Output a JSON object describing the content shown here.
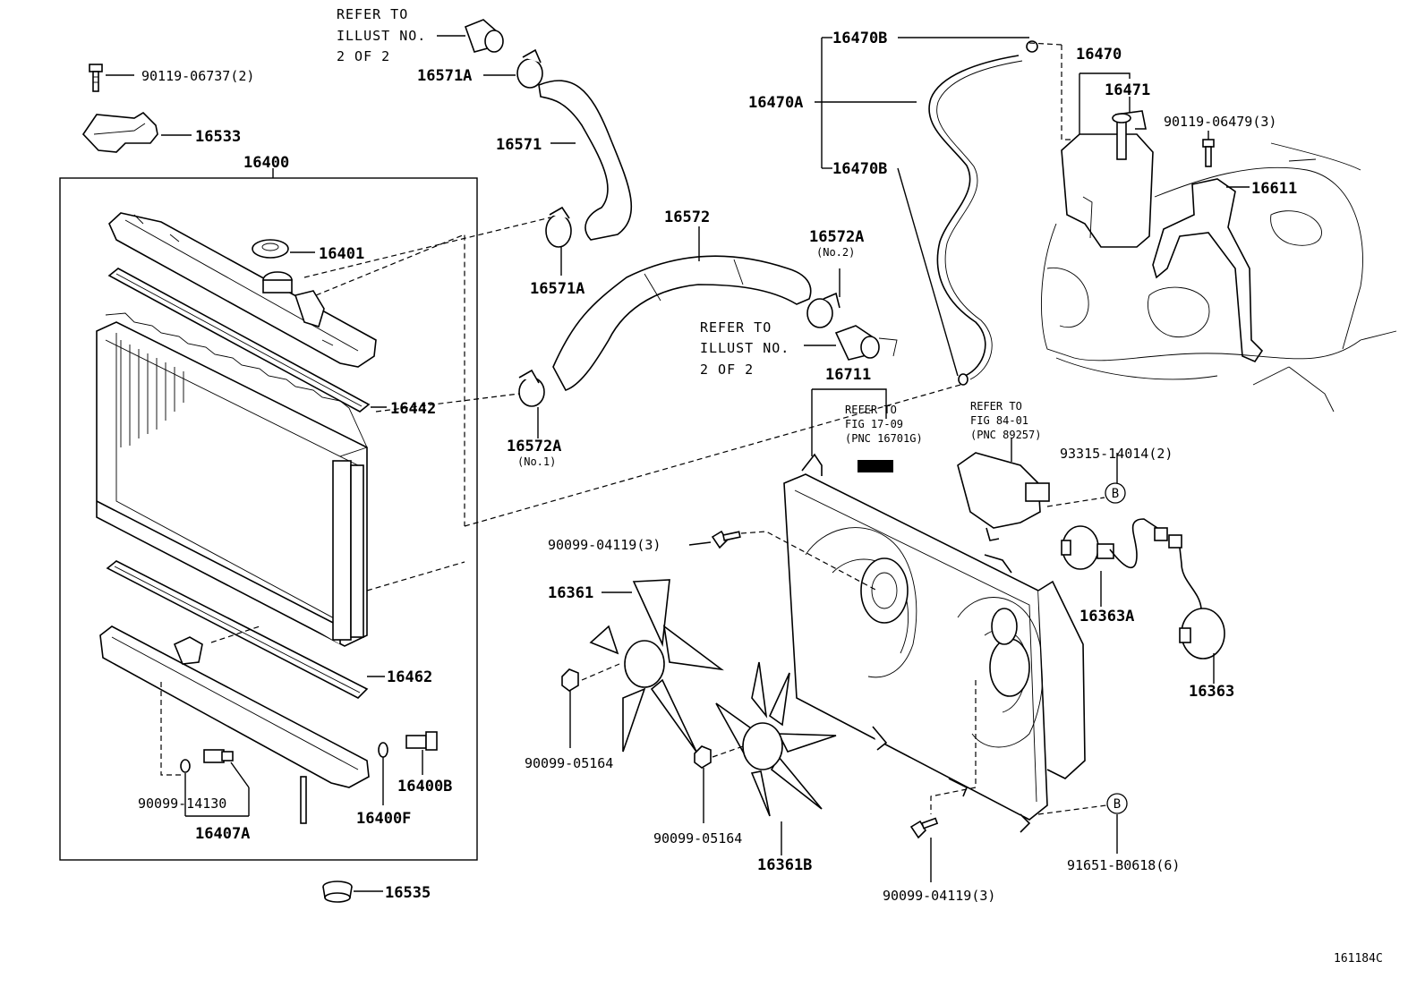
{
  "diagram_code": "161184C",
  "callouts": {
    "c1": "90119-06737(2)",
    "c2": "16533",
    "c3": "16400",
    "c4": "16401",
    "c5": "16442",
    "c6": "16462",
    "c7": "16400B",
    "c8": "16400F",
    "c9": "90099-14130",
    "c10": "16407A",
    "c11": "16535",
    "c12": "16571A",
    "c13": "16571",
    "c14": "16571A",
    "c15": "16572",
    "c16": "16572A",
    "c16b": "(No.2)",
    "c17": "16572A",
    "c17b": "(No.1)",
    "c18": "16470B",
    "c19": "16470A",
    "c20": "16470B",
    "c21": "16470",
    "c22": "16471",
    "c23": "90119-06479(3)",
    "c24": "16611",
    "c25": "16711",
    "c26": "93315-14014(2)",
    "c27": "90099-04119(3)",
    "c28": "16361",
    "c29": "90099-05164",
    "c30": "90099-05164",
    "c31": "16361B",
    "c32": "16363A",
    "c33": "16363",
    "c34": "90099-04119(3)",
    "c35": "91651-B0618(6)"
  },
  "references": {
    "r1": [
      "REFER TO",
      "ILLUST NO.",
      "2 OF 2"
    ],
    "r2": [
      "REFER TO",
      "ILLUST NO.",
      "2 OF 2"
    ],
    "r3": [
      "REFER TO",
      "FIG 17-09",
      "(PNC 16701G)"
    ],
    "r4": [
      "REFER TO",
      "FIG 84-01",
      "(PNC 89257)"
    ]
  },
  "markers": {
    "m1": "B",
    "m2": "B"
  }
}
